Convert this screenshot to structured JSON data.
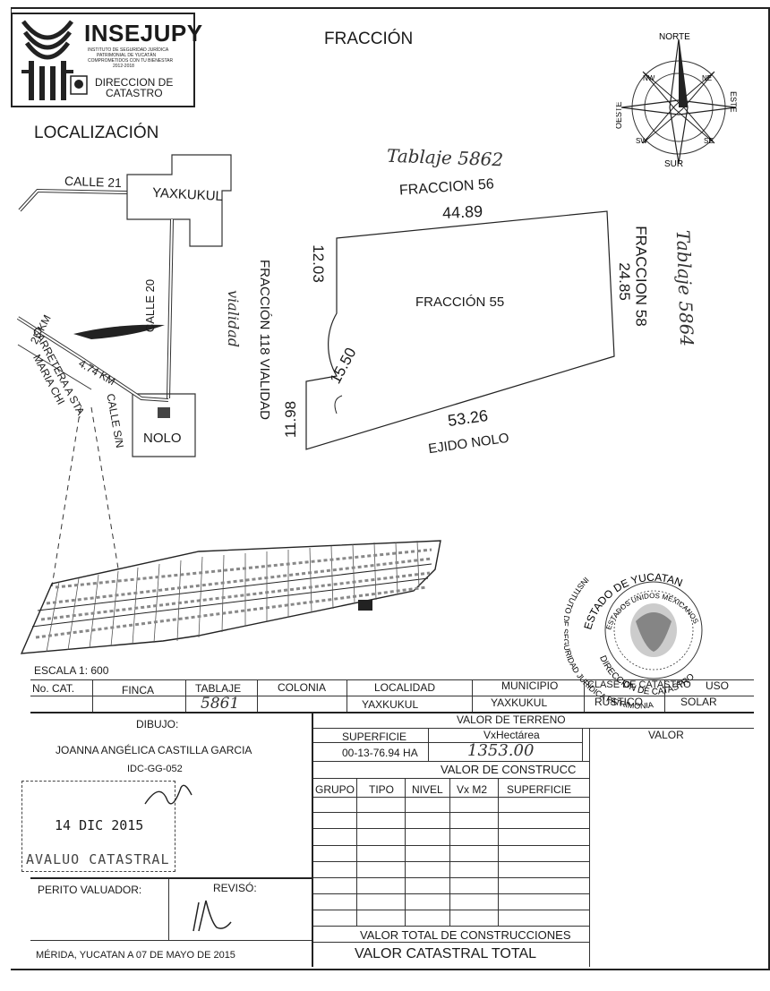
{
  "header": {
    "org_name": "INSEJUPY",
    "org_sub_1": "INSTITUTO DE SEGURIDAD JURÍDICA",
    "org_sub_2": "PATRIMONIAL DE YUCATÁN",
    "org_sub_3": "COMPROMETIDOS CON TU BIENESTAR",
    "org_sub_4": "2012-2018",
    "dept_1": "DIRECCION DE",
    "dept_2": "CATASTRO",
    "title": "FRACCIÓN"
  },
  "compass": {
    "north": "NORTE",
    "south": "SUR",
    "east": "ESTE",
    "west": "OESTE",
    "ne": "NE",
    "nw": "NW",
    "se": "SE",
    "sw": "SW"
  },
  "location": {
    "heading": "LOCALIZACIÓN",
    "calle21": "CALLE 21",
    "yaxkukul": "YAXKUKUL",
    "calle20": "CALLE 20",
    "km25": "25 KM",
    "km474": "4.74 KM",
    "carretera_1": "CARRETERA A STA.",
    "carretera_2": "MARIA CHI",
    "calle_sn": "CALLE S/N",
    "nolo": "NOLO"
  },
  "plot": {
    "tablaje_top": "Tablaje 5862",
    "north_label": "FRACCION 56",
    "north_len": "44.89",
    "west_upper_len": "12.03",
    "west_label": "FRACCIÓN 118 VIALIDAD",
    "west_hand": "vialidad",
    "arc_len": "15.50",
    "west_lower_len": "11.98",
    "center_label": "FRACCIÓN 55",
    "east_label": "FRACCION 58",
    "east_len": "24.85",
    "tablaje_right": "Tablaje 5864",
    "south_len": "53.26",
    "south_label": "EJIDO NOLO"
  },
  "seal": {
    "outer": "ESTADO DE YUCATAN",
    "ring_left": "INSTITUTO DE SEGURIDAD JURÍDICA PATRIMONIAL DE YUCATAN",
    "inner": "ESTADOS UNIDOS MEXICANOS",
    "bottom": "DIRECCION DE CATASTRO"
  },
  "table": {
    "scale": "ESCALA   1: 600",
    "headers": [
      "No. CAT.",
      "FINCA",
      "TABLAJE",
      "COLONIA",
      "LOCALIDAD",
      "MUNICIPIO",
      "CLASE DE CATASTRO",
      "USO"
    ],
    "values": {
      "tablaje": "5861",
      "localidad": "YAXKUKUL",
      "municipio": "YAXKUKUL",
      "clase": "RUSTICO",
      "uso": "SOLAR"
    },
    "dibujo_label": "DIBUJO:",
    "dibujo_name": "JOANNA ANGÉLICA CASTILLA GARCIA",
    "dibujo_id": "IDC-GG-052",
    "stamp_date": "14 DIC 2015",
    "stamp_text": "AVALUO CATASTRAL",
    "valor_terreno": "VALOR DE TERRENO",
    "superficie_label": "SUPERFICIE",
    "superficie_value": "00-13-76.94 HA",
    "vxhectarea_label": "VxHectárea",
    "vxhectarea_value": "1353.00",
    "valor_label": "VALOR",
    "valor_construccion": "VALOR DE CONSTRUCC",
    "cons_headers": [
      "GRUPO",
      "TIPO",
      "NIVEL",
      "Vx M2",
      "SUPERFICIE"
    ],
    "perito": "PERITO VALUADOR:",
    "reviso": "REVISÓ:",
    "total_construcciones": "VALOR TOTAL DE CONSTRUCCIONES",
    "valor_catastral_total": "VALOR CATASTRAL TOTAL",
    "date_line": "MÉRIDA, YUCATAN  A  07  DE  MAYO  DE  2015"
  }
}
